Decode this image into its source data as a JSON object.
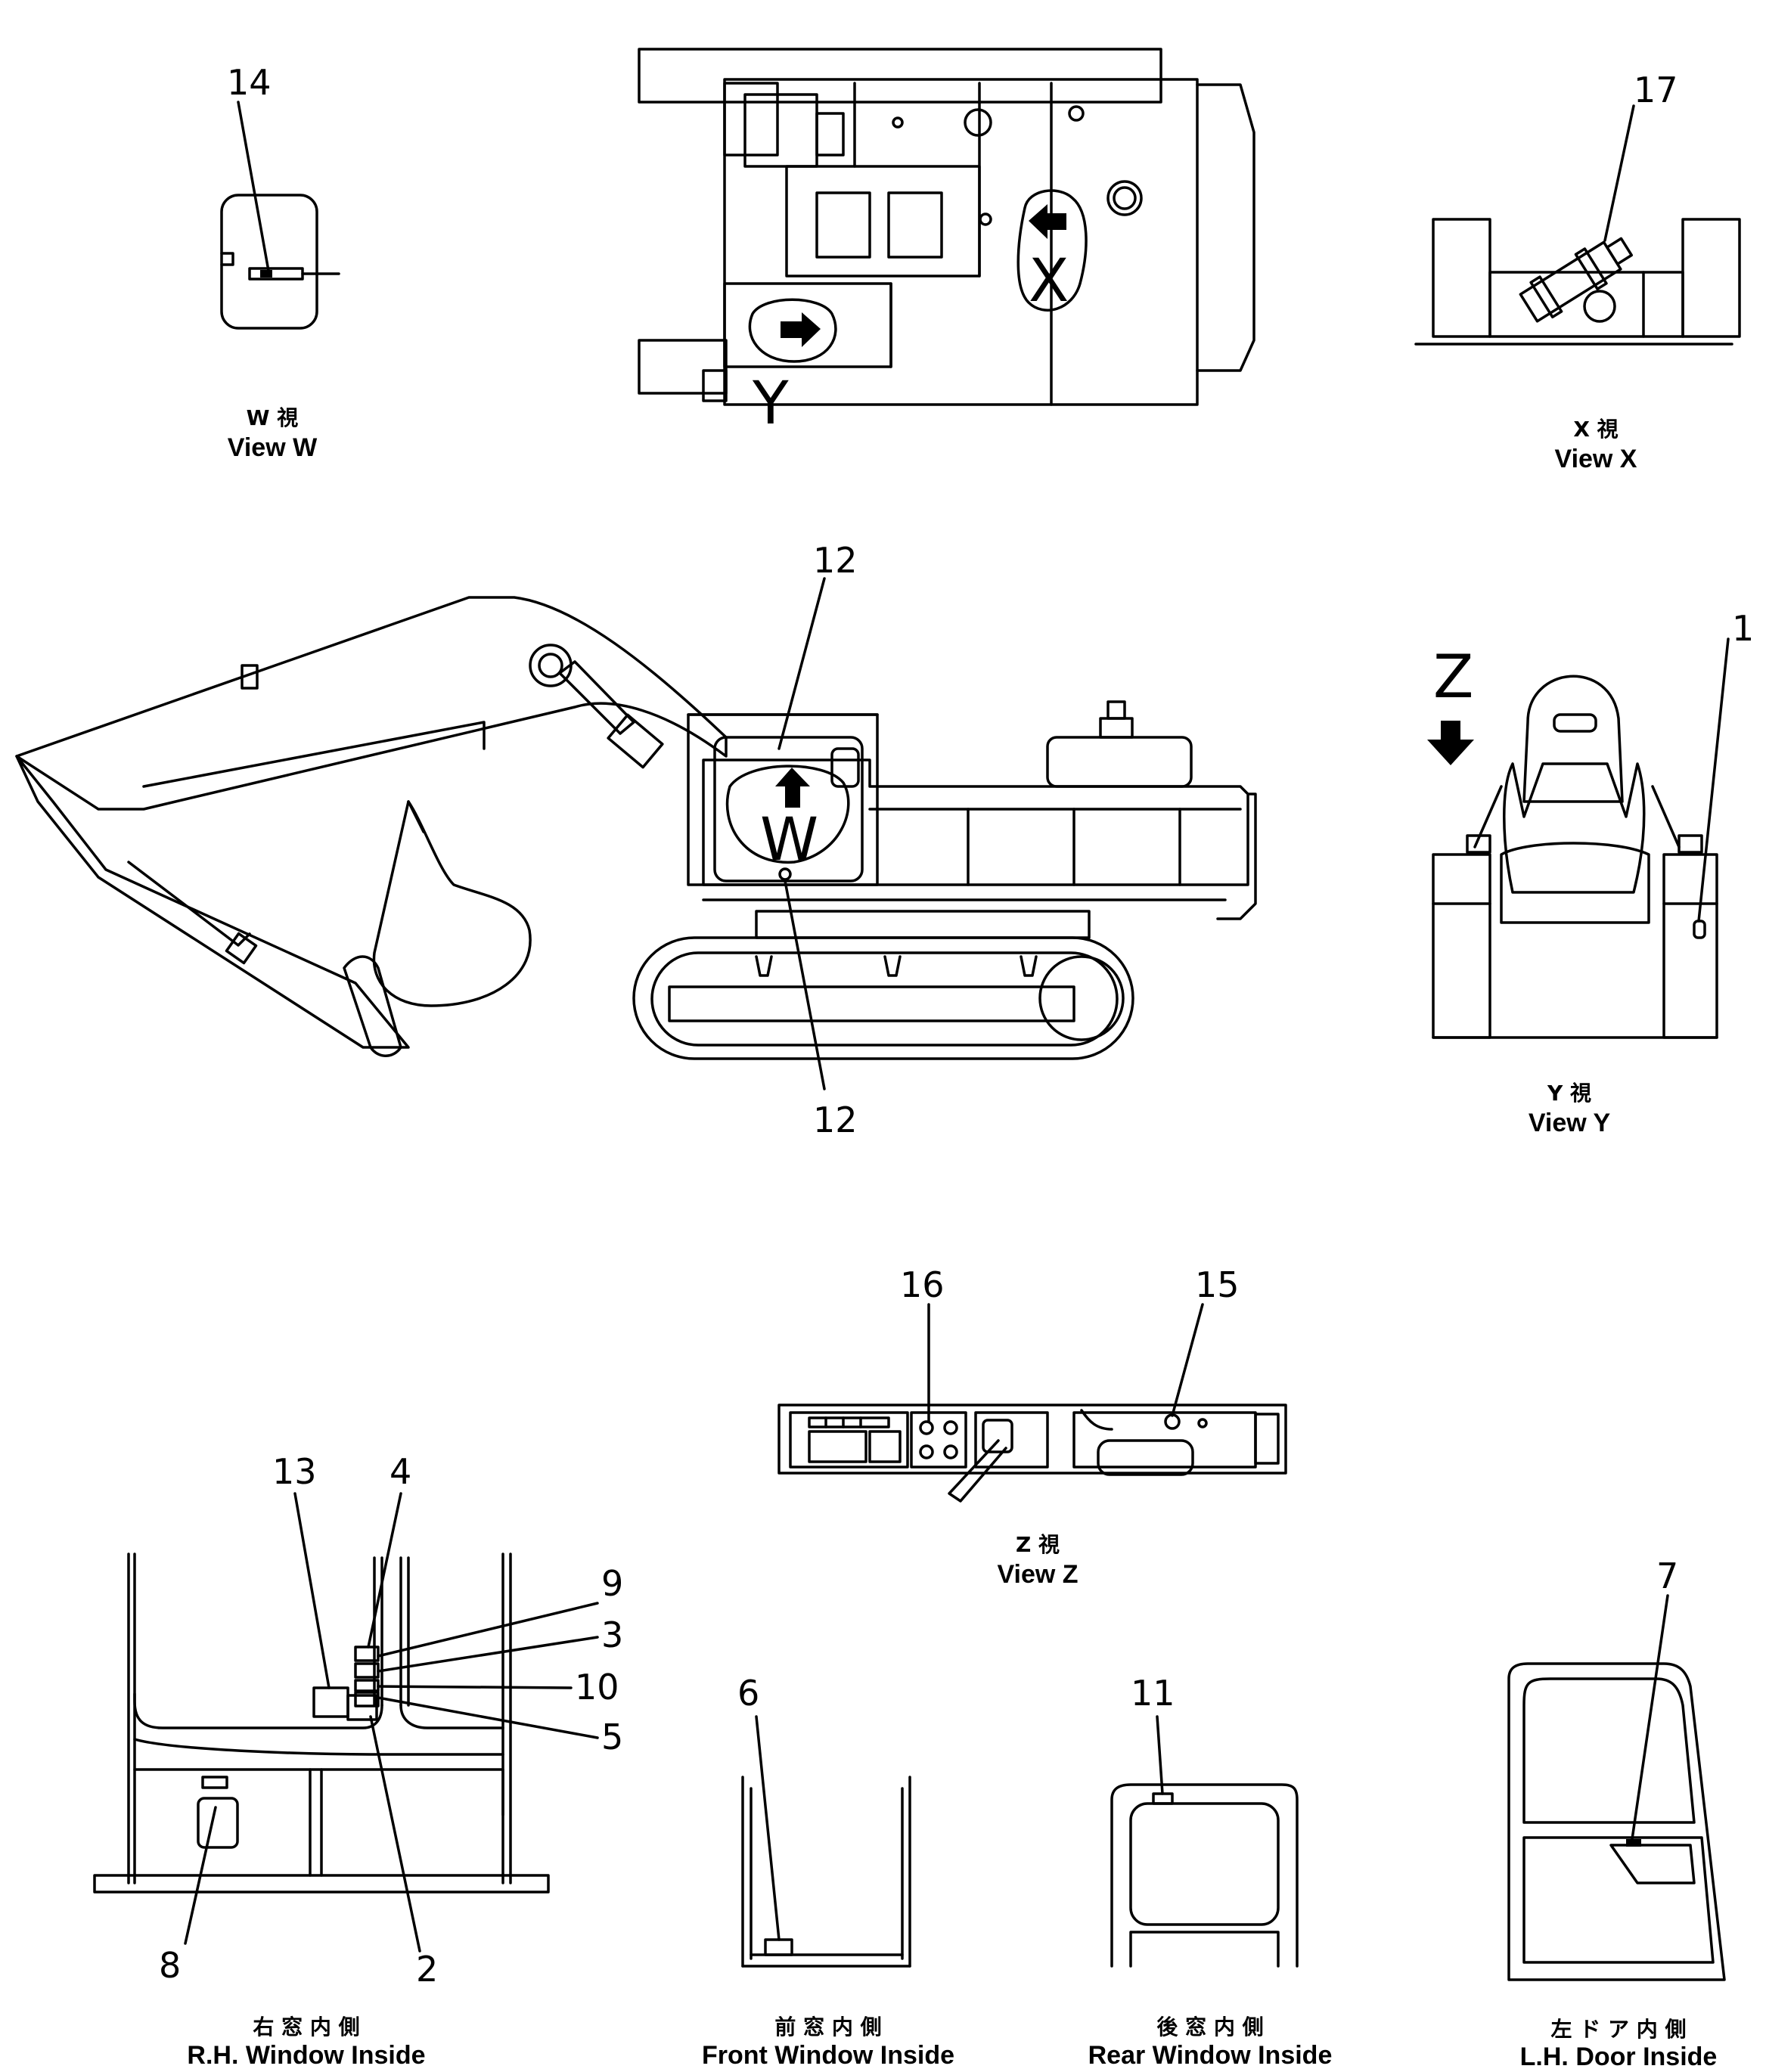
{
  "callouts": {
    "c14": "14",
    "c17": "17",
    "c12a": "12",
    "c12b": "12",
    "c1": "1",
    "c16": "16",
    "c15": "15",
    "c13": "13",
    "c4": "4",
    "c9": "9",
    "c3": "3",
    "c10": "10",
    "c5": "5",
    "c8": "8",
    "c2": "2",
    "c6": "6",
    "c11": "11",
    "c7": "7"
  },
  "view_markers": {
    "w": "W",
    "x": "X",
    "y": "Y",
    "z": "Z"
  },
  "captions": {
    "view_w": {
      "jp": "W 視",
      "en": "View W"
    },
    "view_x": {
      "jp": "X 視",
      "en": "View X"
    },
    "view_y": {
      "jp": "Y 視",
      "en": "View Y"
    },
    "view_z": {
      "jp": "Z 視",
      "en": "View Z"
    },
    "rh_window": {
      "jp": "右 窓 内 側",
      "en": "R.H. Window Inside"
    },
    "front_window": {
      "jp": "前 窓 内 側",
      "en": "Front Window Inside"
    },
    "rear_window": {
      "jp": "後 窓 内 側",
      "en": "Rear Window Inside"
    },
    "lh_door": {
      "jp": "左 ド ア 内 側",
      "en": "L.H. Door Inside"
    }
  }
}
